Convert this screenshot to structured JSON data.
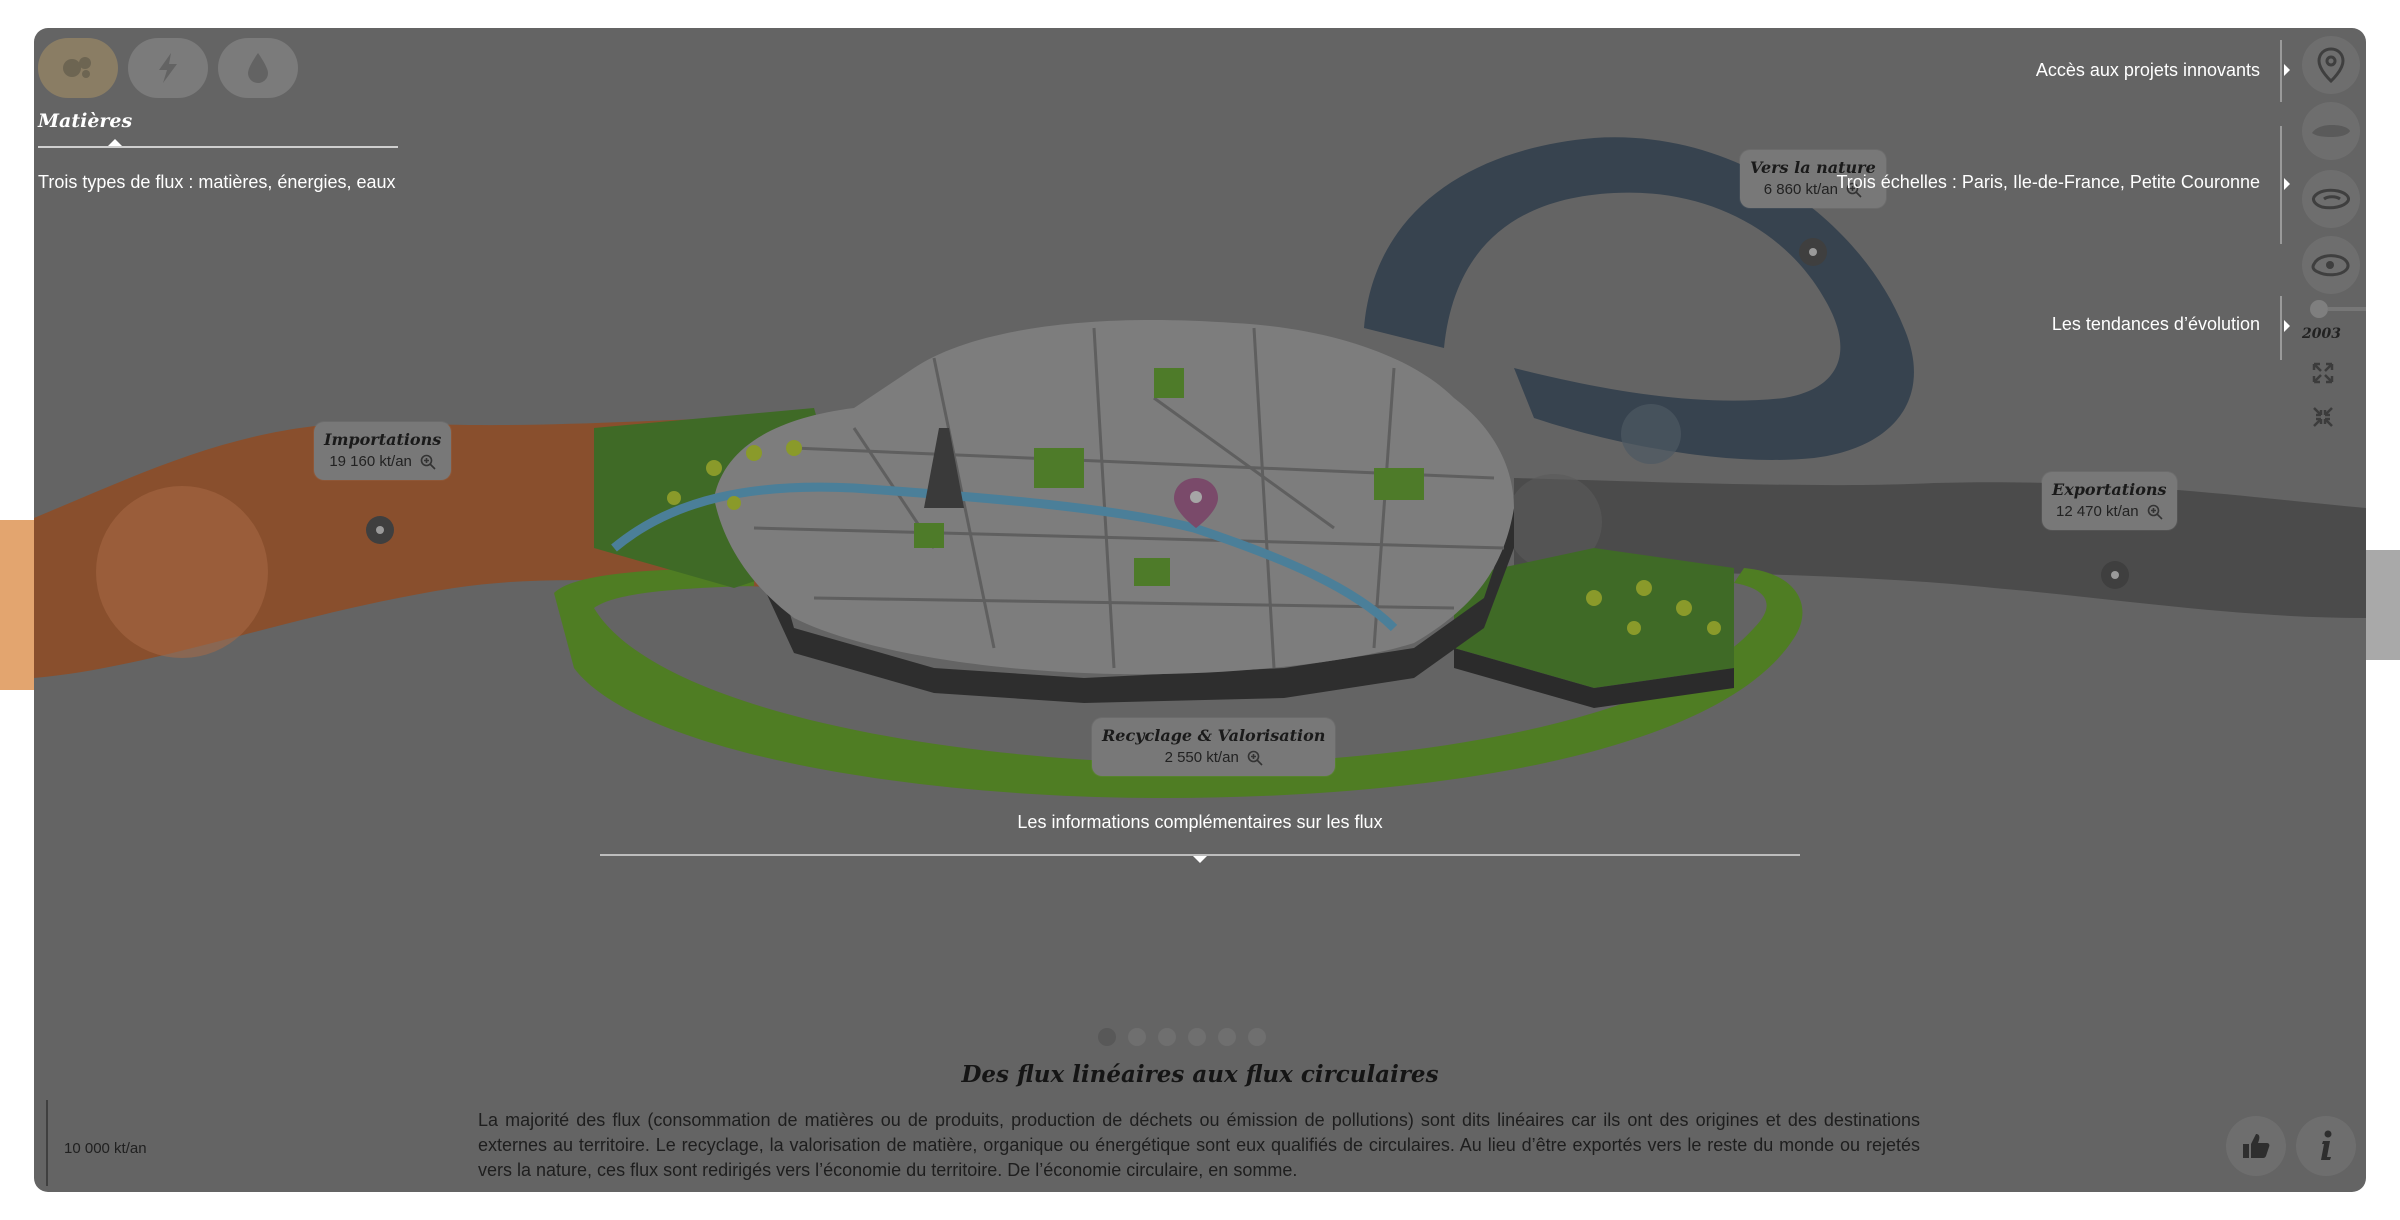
{
  "colors": {
    "importations": "#b45f2b",
    "exportations": "#484848",
    "nature": "#36424f",
    "recyclage": "#5a8a23",
    "overlay": "#646464"
  },
  "flux_types": [
    {
      "name": "matieres-icon",
      "active": true
    },
    {
      "name": "energie-icon",
      "active": false
    },
    {
      "name": "eau-icon",
      "active": false
    }
  ],
  "tabs": {
    "active_label": "Matières",
    "hint": "Trois types de flux : matières, énergies, eaux"
  },
  "flows": {
    "importations": {
      "title": "Importations",
      "value": "19 160 kt/an"
    },
    "vers_nature": {
      "title": "Vers la nature",
      "value": "6 860 kt/an"
    },
    "exportations": {
      "title": "Exportations",
      "value": "12 470 kt/an"
    },
    "recyclage": {
      "title": "Recyclage & Valorisation",
      "value": "2 550 kt/an"
    }
  },
  "right_panel": {
    "projects_label": "Accès aux projets innovants",
    "scales_label": "Trois échelles : Paris, Ile-de-France, Petite Couronne",
    "trends_label": "Les tendances d’évolution",
    "year": "2003",
    "icons": [
      "map-pin-icon",
      "paris-shape-icon",
      "idf-shape-icon",
      "petite-couronne-icon"
    ]
  },
  "info_hint": "Les informations complémentaires sur les flux",
  "slides": {
    "count": 6,
    "active": 1
  },
  "section": {
    "title": "Des flux linéaires aux flux circulaires",
    "body": "La majorité des flux (consommation de matières ou de produits, production de déchets ou émission de pollutions) sont dits linéaires car ils ont des origines et des destinations externes au territoire. Le recyclage, la valorisation de matière, organique ou énergétique sont eux qualifiés de circulaires. Au lieu d’être exportés vers le reste du monde ou rejetés vers la nature, ces flux sont redirigés vers l’économie du territoire. De l’économie circulaire, en somme."
  },
  "legend": {
    "scale_label": "10 000 kt/an"
  }
}
